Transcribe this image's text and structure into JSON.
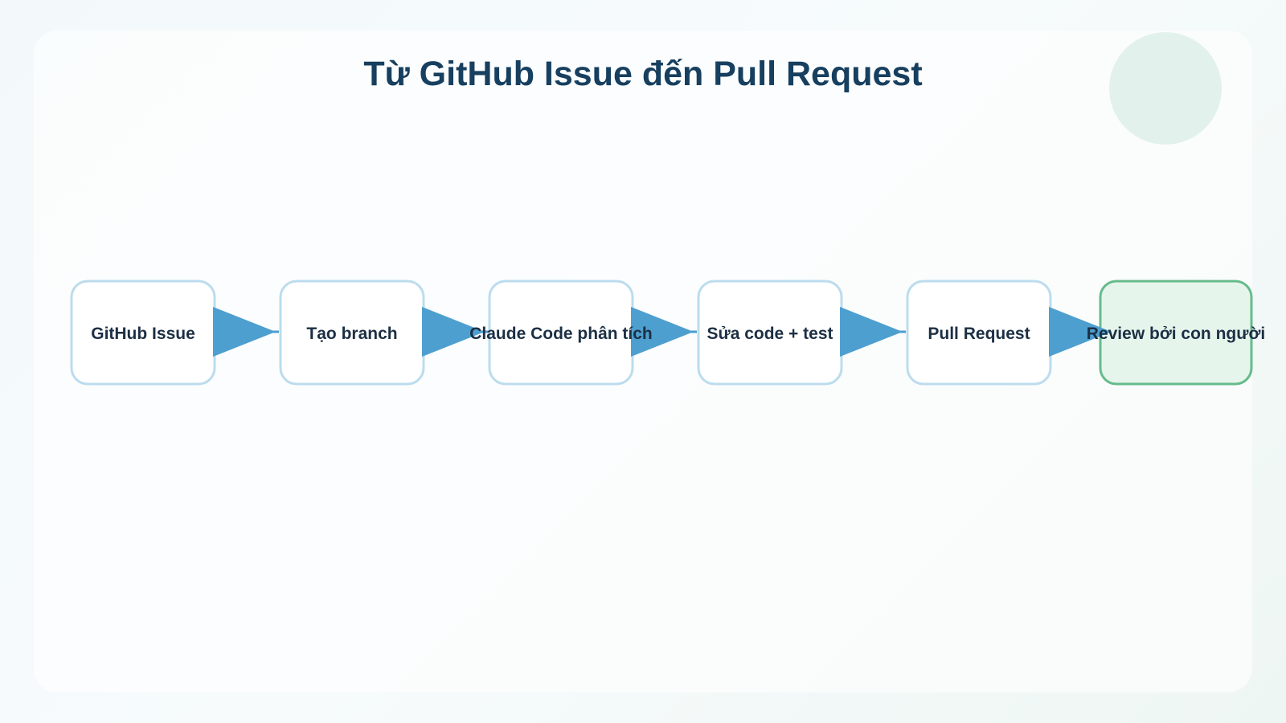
{
  "title": "Từ GitHub Issue đến Pull Request",
  "nodes": [
    {
      "label": "GitHub Issue",
      "variant": "default"
    },
    {
      "label": "Tạo branch",
      "variant": "default"
    },
    {
      "label": "Claude Code phân tích",
      "variant": "default"
    },
    {
      "label": "Sửa code + test",
      "variant": "default"
    },
    {
      "label": "Pull Request",
      "variant": "default"
    },
    {
      "label": "Review bởi con người",
      "variant": "final"
    }
  ],
  "colors": {
    "title": "#173f5f",
    "node_border": "#bcdcee",
    "node_fill": "#ffffff",
    "final_border": "#66bb8a",
    "final_fill": "#e6f5ec",
    "arrow": "#4d9fcf",
    "label": "#1c2f44"
  }
}
